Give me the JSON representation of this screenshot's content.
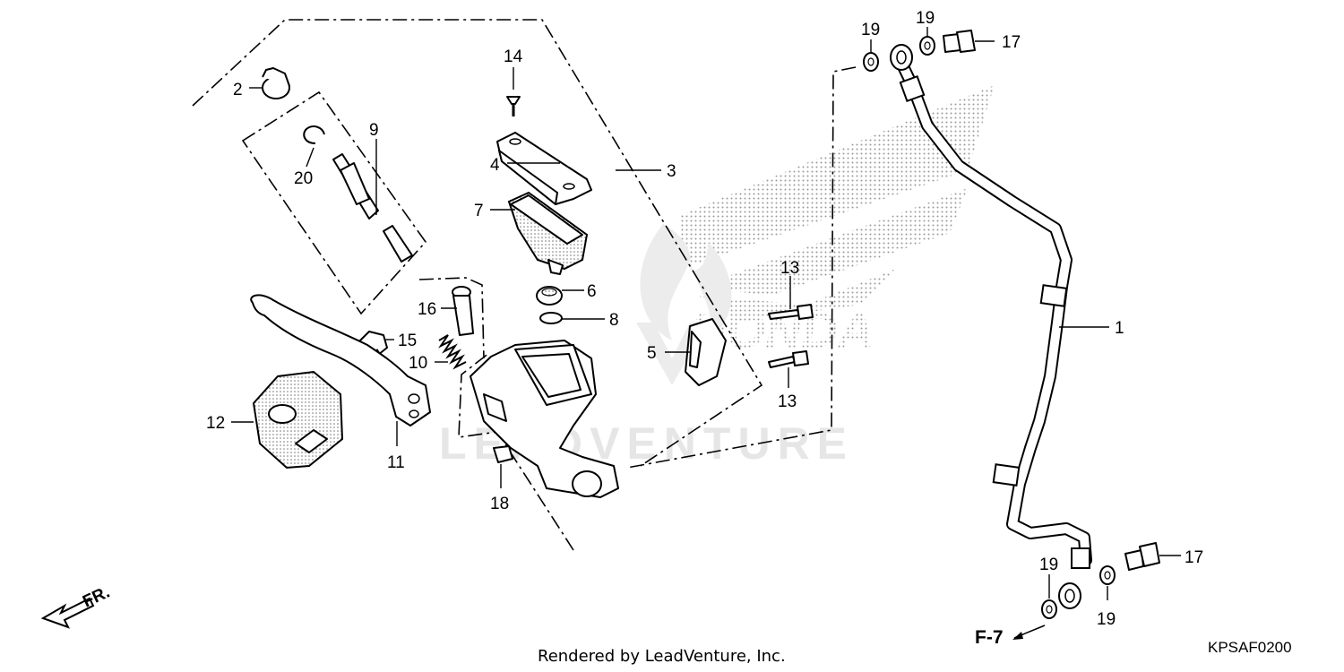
{
  "callouts": {
    "c1": "1",
    "c2": "2",
    "c3": "3",
    "c4": "4",
    "c5": "5",
    "c6": "6",
    "c7": "7",
    "c8": "8",
    "c9": "9",
    "c10": "10",
    "c11": "11",
    "c12": "12",
    "c13a": "13",
    "c13b": "13",
    "c14": "14",
    "c15": "15",
    "c16": "16",
    "c17a": "17",
    "c17b": "17",
    "c18": "18",
    "c19a": "19",
    "c19b": "19",
    "c19c": "19",
    "c19d": "19",
    "c20": "20"
  },
  "direction_label": "FR.",
  "figure_ref": "F-7",
  "watermark_text": "LEADVENTURE",
  "brand_watermark": "HONDA",
  "footer_credit": "Rendered by LeadVenture, Inc.",
  "diagram_code": "KPSAF0200"
}
